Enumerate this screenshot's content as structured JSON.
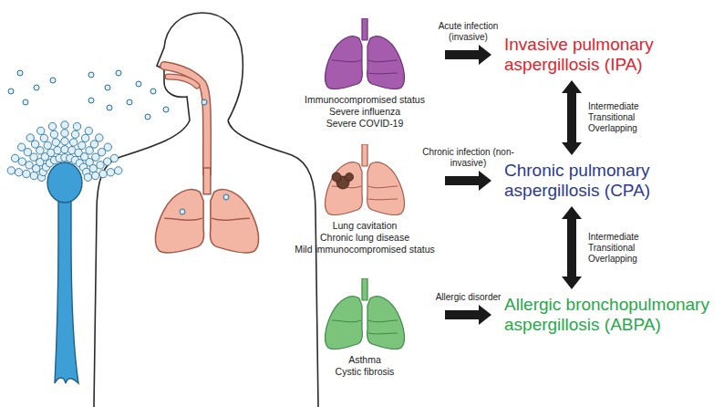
{
  "diagram": {
    "nodes": [
      {
        "text": [
          "Immunocompromised status",
          "Severe influenza",
          "Severe COVID-19"
        ]
      },
      {
        "text": [
          "Invasive pulmonary aspergillosis (IPA)"
        ]
      },
      {
        "text": [
          "Lung cavitation",
          "Chronic lung disease",
          "Mild immunocompromised status"
        ]
      },
      {
        "text": [
          "Chronic pulmonary aspergillosis (CPA)"
        ]
      },
      {
        "text": [
          "Asthma",
          "Cystic fibrosis"
        ]
      },
      {
        "text": [
          "Allergic bronchopulmonary aspergillosis (ABPA)"
        ]
      }
    ],
    "edges": [
      {
        "from": 0,
        "to": 1,
        "arrow": "to",
        "label": "Acute infection (invasive)"
      },
      {
        "from": 1,
        "to": 3,
        "arrow": "both",
        "label": "Intermediate Transitional Overlapping"
      },
      {
        "from": 2,
        "to": 3,
        "arrow": "to",
        "label": "Chronic infection (non-invasive)"
      },
      {
        "from": 3,
        "to": 5,
        "arrow": "both",
        "label": "Intermediate Transitional Overlapping"
      },
      {
        "from": 4,
        "to": 5,
        "arrow": "to",
        "label": "Allergic disorder"
      }
    ]
  }
}
